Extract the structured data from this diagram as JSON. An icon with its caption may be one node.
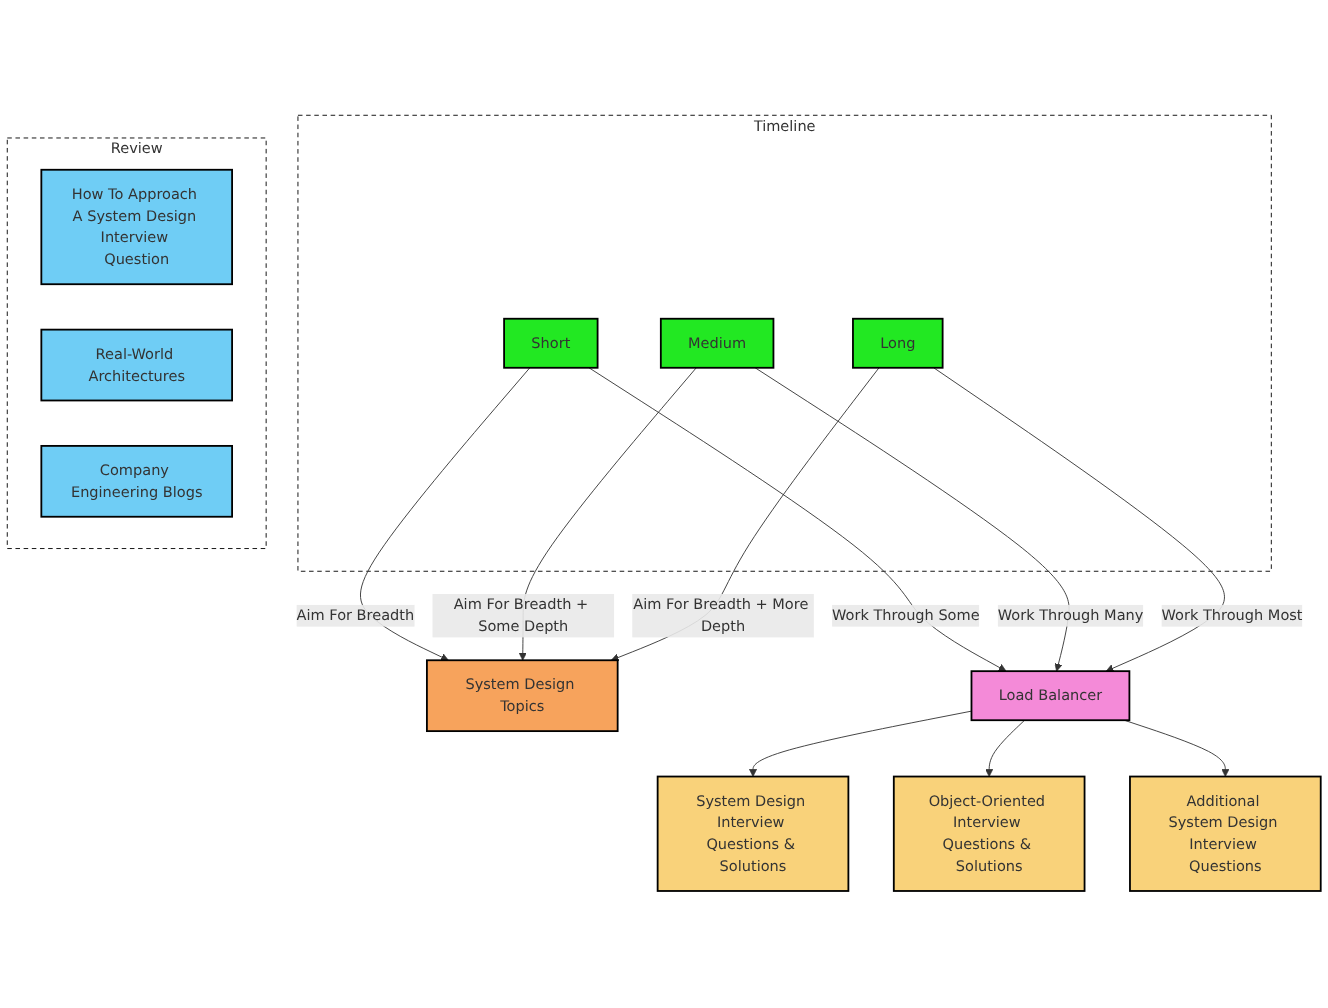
{
  "diagram": {
    "nodes": [
      {
        "text": [
          "System Design Topics"
        ]
      },
      {
        "text": [
          "Timeline"
        ]
      },
      {
        "text": [
          "Short"
        ],
        "in": 1
      },
      {
        "text": [
          "Medium"
        ],
        "in": 1
      },
      {
        "text": [
          "Long"
        ],
        "in": 1
      },
      {
        "text": [
          "Load Balancer"
        ]
      },
      {
        "text": [
          "System Design Interview Questions & Solutions"
        ]
      },
      {
        "text": [
          "Object-Oriented Interview Questions & Solutions"
        ]
      },
      {
        "text": [
          "Additional System Design Interview Questions"
        ]
      },
      {
        "text": [
          "Review"
        ]
      },
      {
        "text": [
          "How To Approach A System Design Interview Question"
        ],
        "in": 9
      },
      {
        "text": [
          "Real-World Architectures"
        ],
        "in": 9
      },
      {
        "text": [
          "Company Engineering Blogs"
        ],
        "in": 9
      }
    ],
    "edges": [
      {
        "from": 2,
        "to": 0,
        "arrow": "to",
        "label": "Aim For Breadth"
      },
      {
        "from": 3,
        "to": 0,
        "arrow": "to",
        "label": "Aim For Breadth + Some Depth"
      },
      {
        "from": 4,
        "to": 0,
        "arrow": "to",
        "label": "Aim For Breadth + More Depth"
      },
      {
        "from": 2,
        "to": 5,
        "arrow": "to",
        "label": "Work Through Some"
      },
      {
        "from": 3,
        "to": 5,
        "arrow": "to",
        "label": "Work Through Many"
      },
      {
        "from": 4,
        "to": 5,
        "arrow": "to",
        "label": "Work Through Most"
      },
      {
        "from": 5,
        "to": 6,
        "arrow": "to"
      },
      {
        "from": 5,
        "to": 7,
        "arrow": "to"
      },
      {
        "from": 5,
        "to": 8,
        "arrow": "to"
      }
    ]
  }
}
